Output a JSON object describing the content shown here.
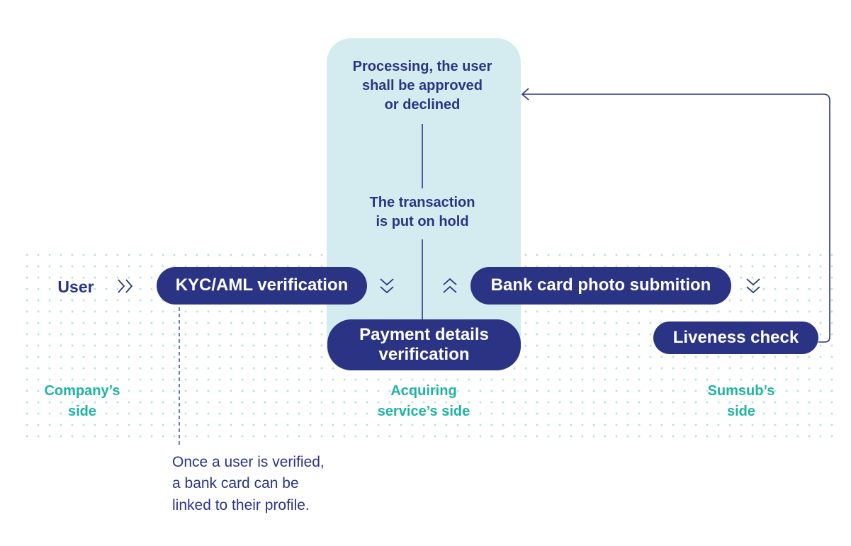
{
  "colors": {
    "navy": "#2b3484",
    "teal": "#1fb3a3",
    "highlight": "#d4ecef",
    "dots": "#b9e3d9"
  },
  "user_label": "User",
  "steps": {
    "kyc": "KYC/AML verification",
    "bank_card": "Bank card photo submition",
    "payment": "Payment details\nverification",
    "liveness": "Liveness check"
  },
  "processing_text": "Processing, the user\nshall be approved\nor declined",
  "hold_text": "The transaction\nis put on hold",
  "sides": {
    "company": "Company’s\nside",
    "acquiring": "Acquiring\nservice’s side",
    "sumsub": "Sumsub’s\nside"
  },
  "note": "Once a user is verified,\na bank card can be\nlinked to their profile.",
  "icons": {
    "user_arrow": "double-chevron-right-icon",
    "down1": "double-chevron-down-icon",
    "up": "double-chevron-up-icon",
    "down2": "double-chevron-down-icon",
    "loop_arrow": "arrow-left-icon"
  }
}
